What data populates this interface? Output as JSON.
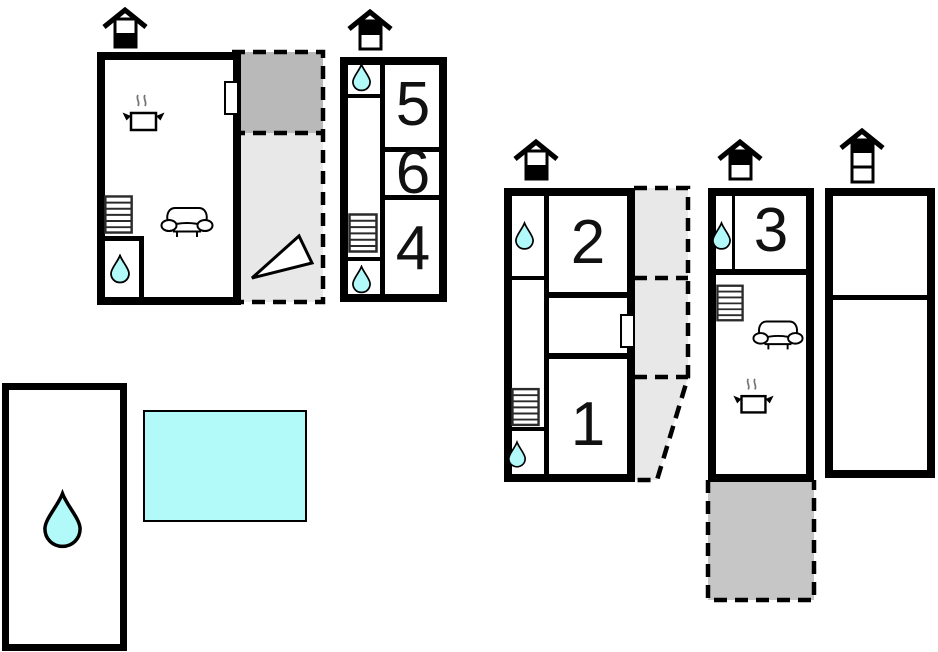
{
  "title": "holiday-home floor plan",
  "colors": {
    "water": "#b2fafa",
    "gray_dark": "#b9b9b9",
    "gray_light": "#e8e8e8",
    "gray_medium": "#c6c6c6",
    "wall": "#000000",
    "stairs_stroke": "#2b2b2b",
    "steam": "#777777"
  },
  "rooms": {
    "room1": "1",
    "room2": "2",
    "room3": "3",
    "room4": "4",
    "room5": "5",
    "room6": "6"
  },
  "icons": [
    "chimney-icon",
    "water-drop-icon",
    "stairs-icon",
    "sofa-icon",
    "stove-icon",
    "door-icon",
    "stairs-triangle-icon",
    "pool-icon"
  ]
}
